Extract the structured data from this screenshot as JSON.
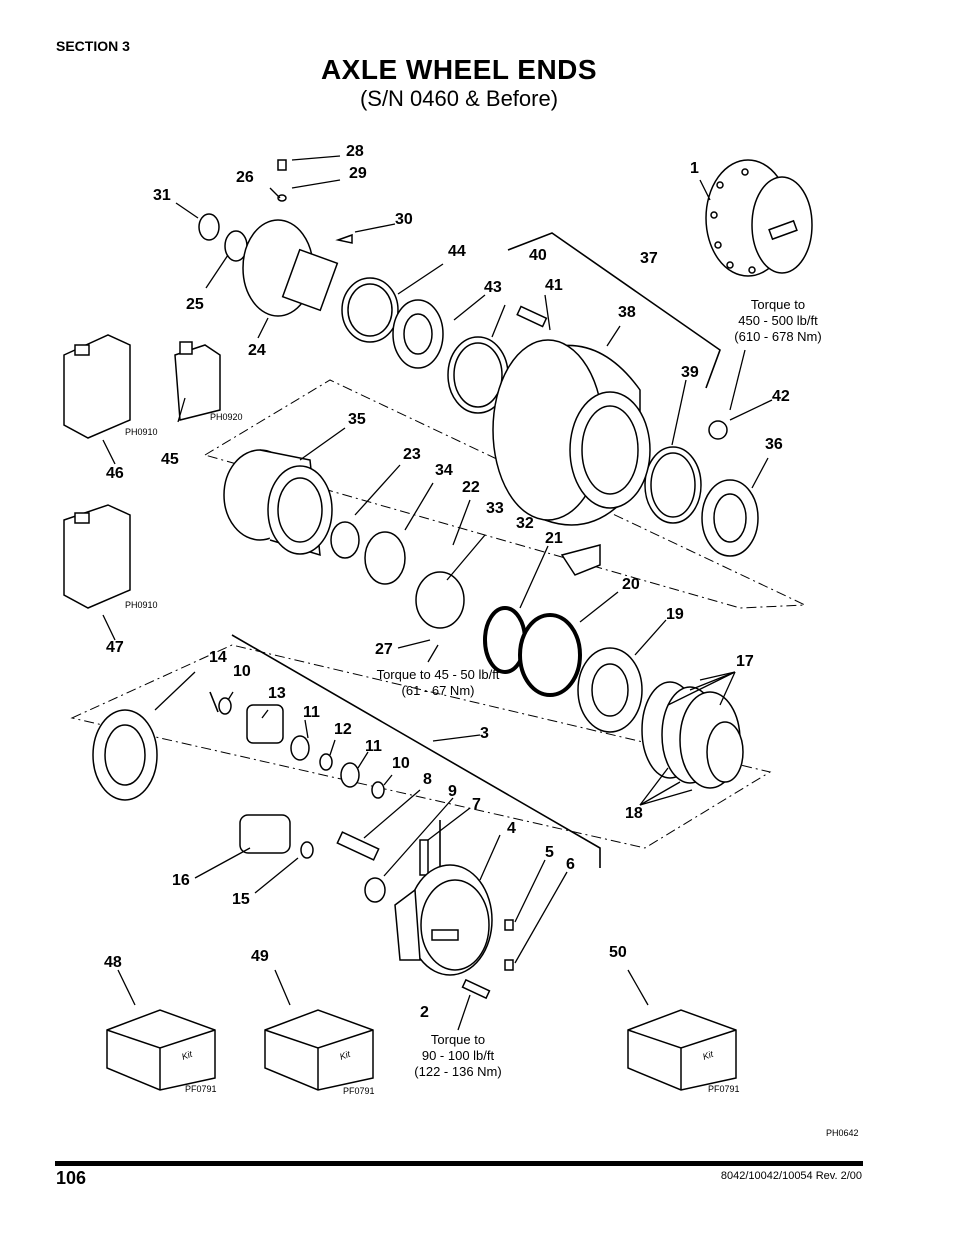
{
  "header": {
    "section": "SECTION 3",
    "title": "AXLE WHEEL ENDS",
    "subtitle": "(S/N 0460 & Before)"
  },
  "diagram": {
    "callouts": [
      "1",
      "2",
      "3",
      "4",
      "5",
      "6",
      "7",
      "8",
      "9",
      "10",
      "10",
      "11",
      "11",
      "12",
      "13",
      "14",
      "15",
      "16",
      "17",
      "18",
      "19",
      "20",
      "21",
      "22",
      "23",
      "24",
      "25",
      "26",
      "27",
      "28",
      "29",
      "30",
      "31",
      "32",
      "33",
      "34",
      "35",
      "36",
      "37",
      "38",
      "39",
      "40",
      "41",
      "42",
      "43",
      "44",
      "45",
      "46",
      "47",
      "48",
      "49",
      "50"
    ],
    "torque_notes": {
      "hub_nut": [
        "Torque to",
        "450 - 500 lb/ft",
        "(610 - 678 Nm)"
      ],
      "set_screw": [
        "Torque to 45 - 50 lb/ft",
        "(61 - 67 Nm)"
      ],
      "cover_bolt": [
        "Torque to",
        "90 - 100 lb/ft",
        "(122 - 136 Nm)"
      ]
    },
    "kit_label": "Kit",
    "image_codes": {
      "fluid_can": "PH0910",
      "lube_bottle": "PH0920",
      "kit_box": "PF0791",
      "figure": "PH0642"
    }
  },
  "footer": {
    "page_number": "106",
    "doc_ref": "8042/10042/10054 Rev. 2/00"
  }
}
